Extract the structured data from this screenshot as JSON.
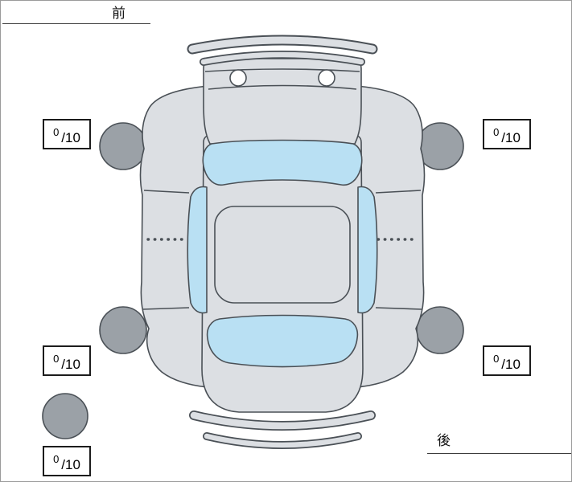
{
  "labels": {
    "front": "前",
    "rear": "後"
  },
  "scores": {
    "front_left": {
      "value": "0",
      "max": "/10"
    },
    "front_right": {
      "value": "0",
      "max": "/10"
    },
    "rear_left": {
      "value": "0",
      "max": "/10"
    },
    "rear_right": {
      "value": "0",
      "max": "/10"
    },
    "spare": {
      "value": "0",
      "max": "/10"
    }
  },
  "colors": {
    "body": "#dcdfe3",
    "glass": "#b9e0f3",
    "tire": "#9ba1a7",
    "outline": "#4a5056"
  }
}
